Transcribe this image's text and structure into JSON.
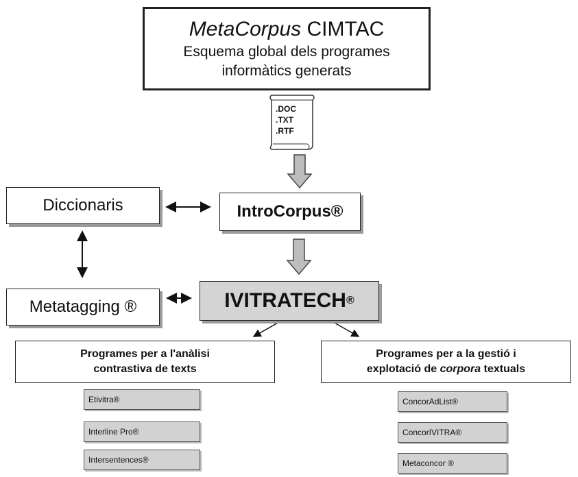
{
  "title": {
    "line1_italic": "MetaCorpus",
    "line1_rest": " CIMTAC",
    "line2": "Esquema global dels programes",
    "line3": "informàtics generats"
  },
  "document": {
    "formats": [
      ".DOC",
      ".TXT",
      ".RTF"
    ]
  },
  "nodes": {
    "introcorpus": "IntroCorpus®",
    "diccionaris": "Diccionaris",
    "metatagging": "Metatagging ®",
    "ivitratech_main": "IVITRATECH",
    "ivitratech_reg": "®"
  },
  "categories": {
    "analisi": {
      "line1": "Programes per a l'anàlisi",
      "line2": "contrastiva de texts"
    },
    "gestio": {
      "line1": "Programes per a la gestió i",
      "line2_pre": "explotació de ",
      "line2_italic": "corpora",
      "line2_post": " textuals"
    }
  },
  "programs": {
    "analisi": [
      "Etivitra®",
      "Interline Pro®",
      "Intersentences®"
    ],
    "gestio": [
      "ConcorAdList®",
      "ConcorIVITRA®",
      "Metaconcor ®"
    ]
  },
  "colors": {
    "border": "#222222",
    "grey_fill": "#d4d4d4",
    "shadow": "#9a9a9a"
  }
}
